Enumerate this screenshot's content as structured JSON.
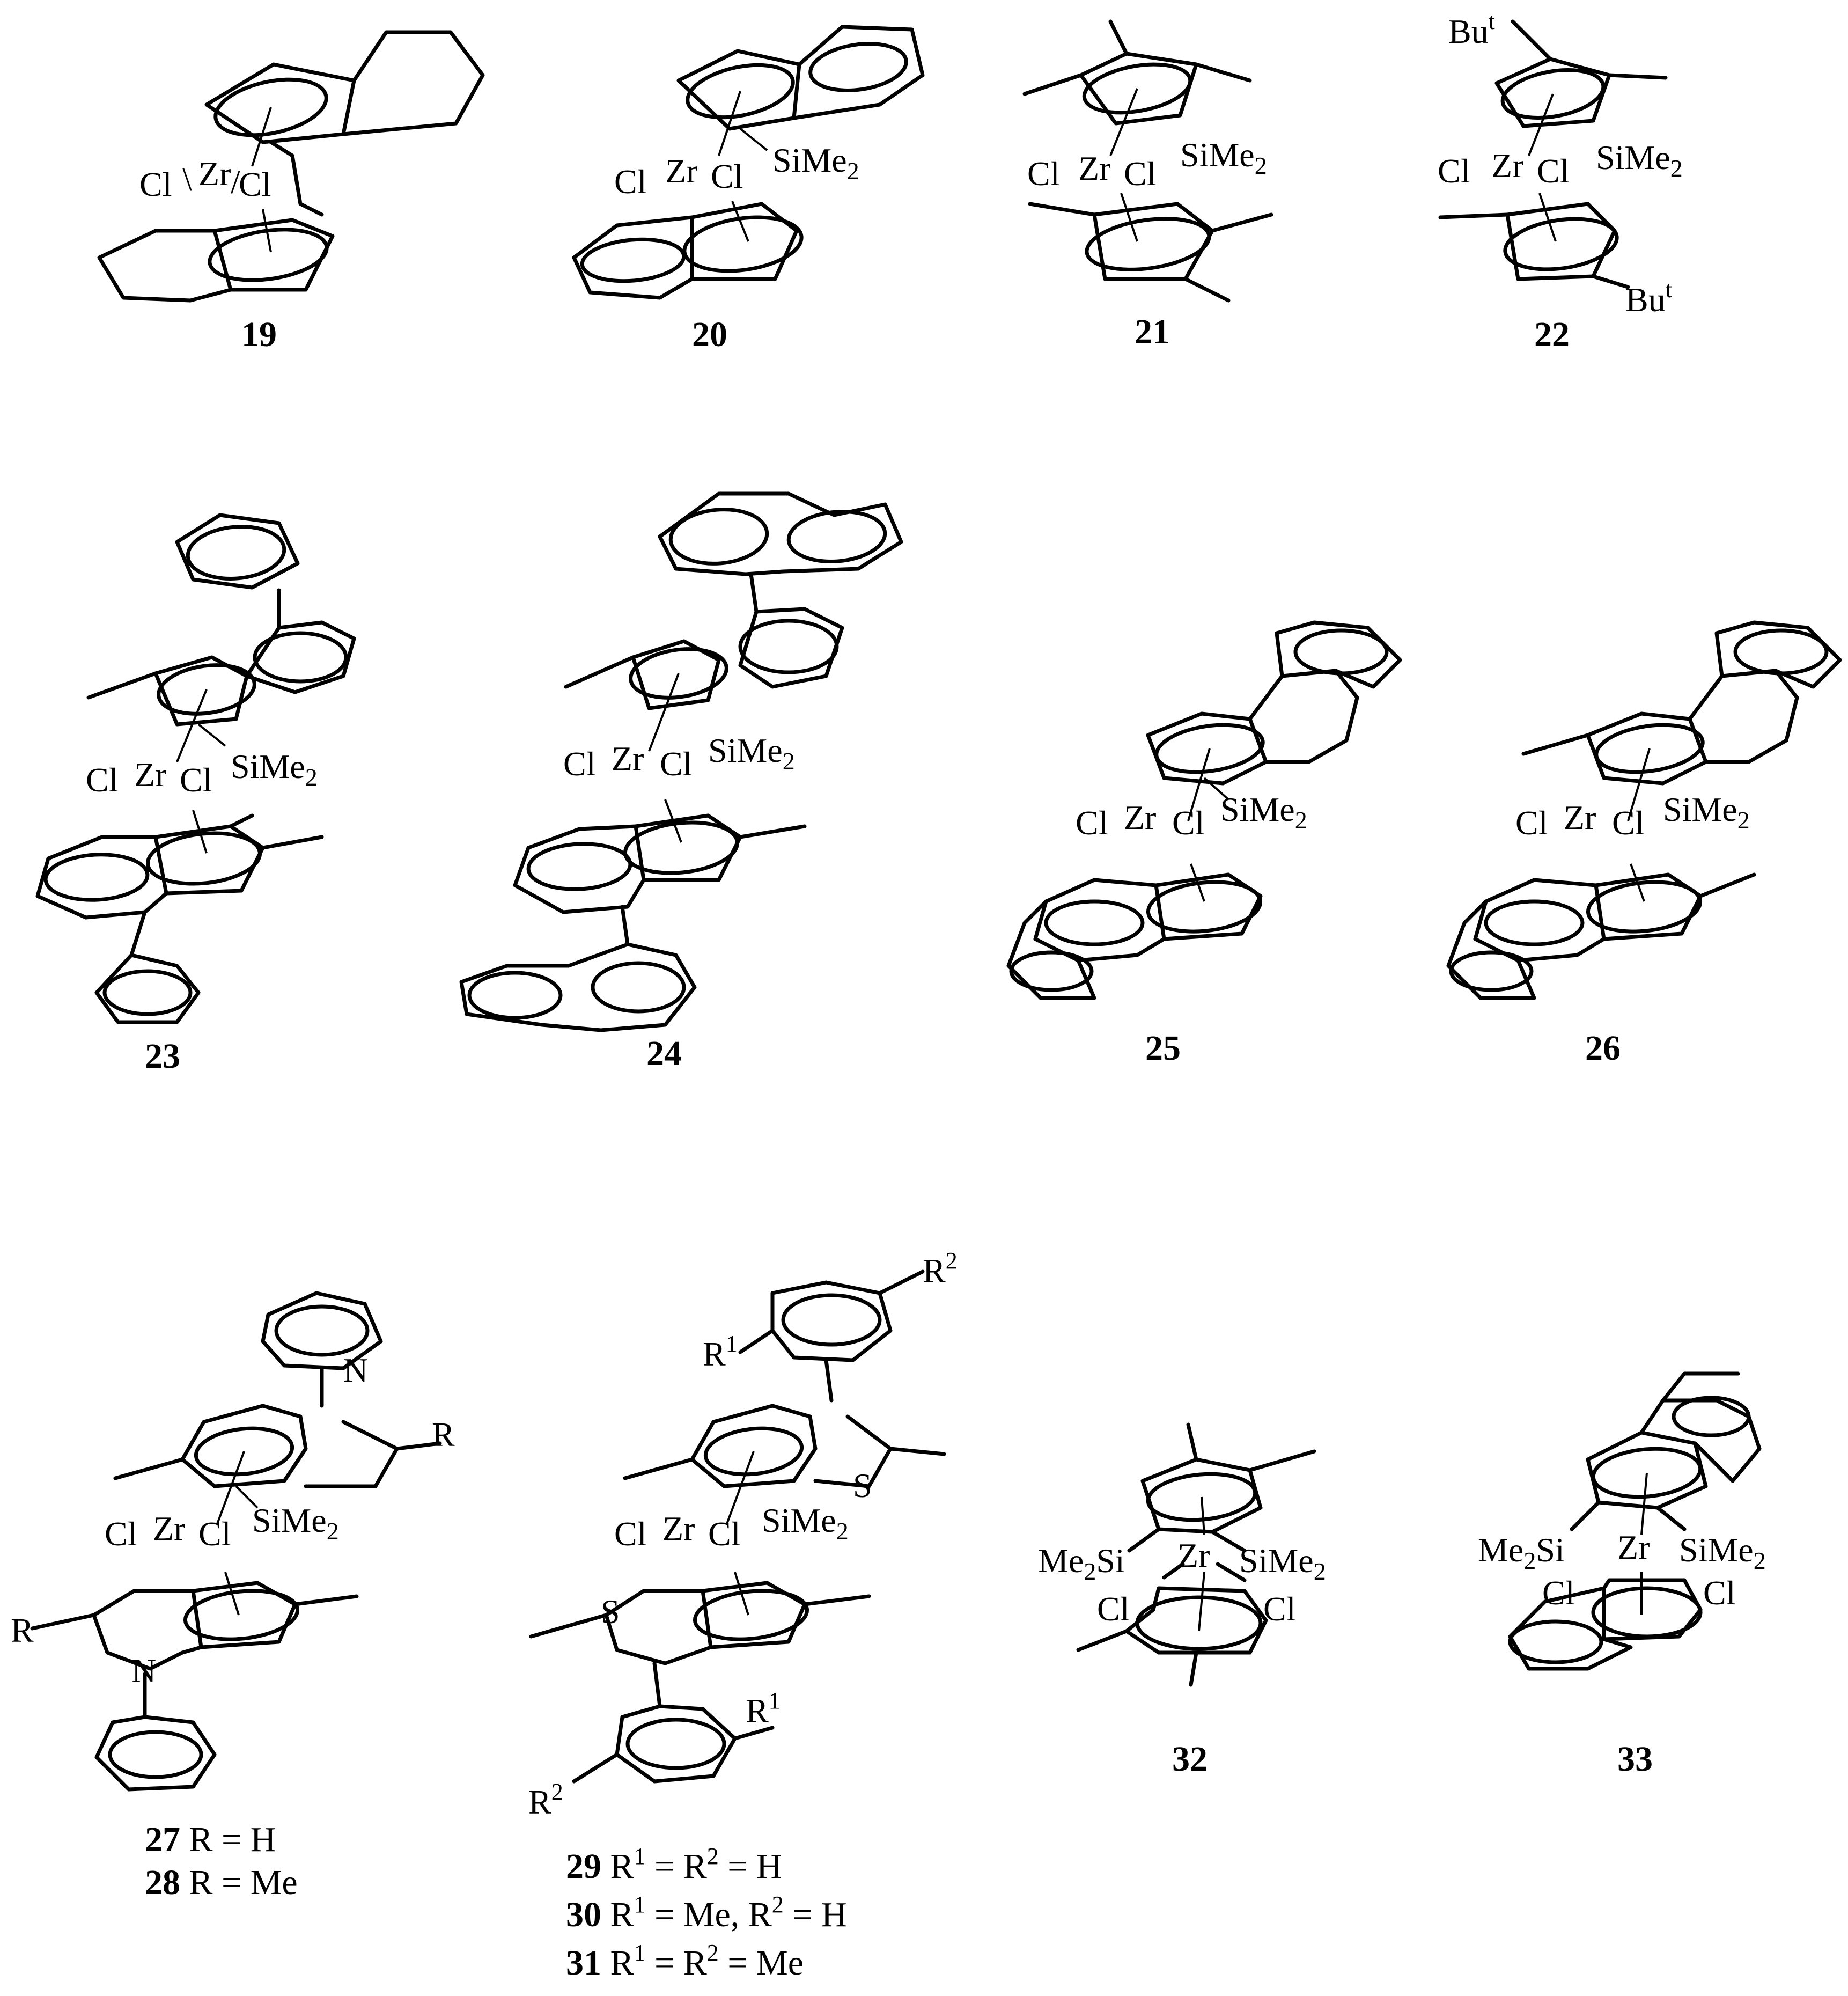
{
  "compounds": [
    {
      "id": "19",
      "atoms": {
        "cl1": "Cl",
        "zr": "Zr",
        "cl2": "Cl"
      }
    },
    {
      "id": "20",
      "atoms": {
        "cl1": "Cl",
        "zr": "Zr",
        "cl2": "Cl",
        "si": "SiMe",
        "si_sub": "2"
      }
    },
    {
      "id": "21",
      "atoms": {
        "cl1": "Cl",
        "zr": "Zr",
        "cl2": "Cl",
        "si": "SiMe",
        "si_sub": "2"
      }
    },
    {
      "id": "22",
      "atoms": {
        "cl1": "Cl",
        "zr": "Zr",
        "cl2": "Cl",
        "si": "SiMe",
        "si_sub": "2",
        "bu": "Bu",
        "bu_sup": "t"
      }
    },
    {
      "id": "23",
      "atoms": {
        "cl1": "Cl",
        "zr": "Zr",
        "cl2": "Cl",
        "si": "SiMe",
        "si_sub": "2"
      }
    },
    {
      "id": "24",
      "atoms": {
        "cl1": "Cl",
        "zr": "Zr",
        "cl2": "Cl",
        "si": "SiMe",
        "si_sub": "2"
      }
    },
    {
      "id": "25",
      "atoms": {
        "cl1": "Cl",
        "zr": "Zr",
        "cl2": "Cl",
        "si": "SiMe",
        "si_sub": "2"
      }
    },
    {
      "id": "26",
      "atoms": {
        "cl1": "Cl",
        "zr": "Zr",
        "cl2": "Cl",
        "si": "SiMe",
        "si_sub": "2"
      }
    },
    {
      "id": "27",
      "caption": "R = H"
    },
    {
      "id": "28",
      "caption": "R = Me"
    },
    {
      "id": "29",
      "caption_a": "R",
      "caption_b": " = R",
      "caption_c": " = H",
      "sup": "1",
      "sup2": "2"
    },
    {
      "id": "30",
      "caption_a": "R",
      "caption_b": " = Me, R",
      "caption_c": " = H",
      "sup": "1",
      "sup2": "2"
    },
    {
      "id": "31",
      "caption_a": "R",
      "caption_b": " = R",
      "caption_c": " = Me",
      "sup": "1",
      "sup2": "2"
    },
    {
      "id": "32",
      "atoms": {
        "me2si": "Me",
        "me2si_sub": "2",
        "me2si_tail": "Si",
        "zr": "Zr",
        "si": "SiMe",
        "si_sub": "2",
        "cl1": "Cl",
        "cl2": "Cl"
      }
    },
    {
      "id": "33",
      "atoms": {
        "me2si": "Me",
        "me2si_sub": "2",
        "me2si_tail": "Si",
        "zr": "Zr",
        "si": "SiMe",
        "si_sub": "2",
        "cl1": "Cl",
        "cl2": "Cl"
      }
    }
  ],
  "labels": {
    "N": "N",
    "S": "S",
    "R": "R",
    "R1": "R",
    "R1_sup": "1",
    "R2": "R",
    "R2_sup": "2"
  }
}
